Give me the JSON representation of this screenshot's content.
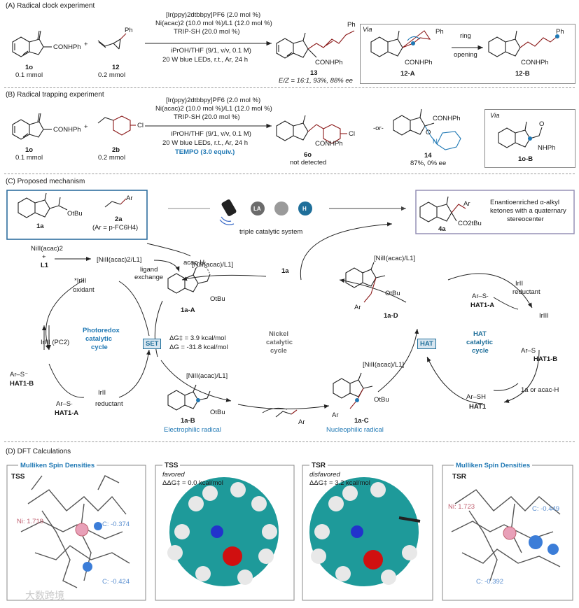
{
  "sections": {
    "A": "(A) Radical clock experiment",
    "B": "(B) Radical trapping experiment",
    "C": "(C) Proposed mechanism",
    "D": "(D) DFT Calculations"
  },
  "sectionA": {
    "reactant1": {
      "id": "1o",
      "amount": "0.1 mmol",
      "group": "CONHPh"
    },
    "plus": "+",
    "reactant2": {
      "id": "12",
      "amount": "0.2 mmol",
      "group": "Ph"
    },
    "conditions": [
      "[Ir(ppy)2dtbbpy]PF6 (2.0 mol %)",
      "Ni(acac)2 (10.0 mol %)/L1 (12.0 mol %)",
      "TRIP-SH (20.0 mol %)",
      "iPrOH/THF (9/1, v/v, 0.1 M)",
      "20 W blue LEDs, r.t., Ar, 24 h"
    ],
    "product": {
      "id": "13",
      "note": "E/Z = 16:1, 93%, 88% ee",
      "group": "CONHPh",
      "sub": "Ph"
    },
    "via": {
      "label": "Via",
      "arrow_label": [
        "ring",
        "opening"
      ],
      "left": {
        "id": "12-A",
        "group": "CONHPh",
        "sub": "Ph"
      },
      "right": {
        "id": "12-B",
        "group": "CONHPh",
        "sub": "Ph"
      }
    }
  },
  "sectionB": {
    "reactant1": {
      "id": "1o",
      "amount": "0.1 mmol",
      "group": "CONHPh"
    },
    "plus": "+",
    "reactant2": {
      "id": "2b",
      "amount": "0.2 mmol",
      "sub": "Cl"
    },
    "conditions": [
      "[Ir(ppy)2dtbbpy]PF6 (2.0 mol %)",
      "Ni(acac)2 (10.0 mol %)/L1 (12.0 mol %)",
      "TRIP-SH (20.0 mol %)",
      "iPrOH/THF (9/1, v/v, 0.1 M)",
      "20 W blue LEDs, r.t., Ar, 24 h",
      "TEMPO (3.0 equiv.)"
    ],
    "product1": {
      "id": "6o",
      "note": "not detected",
      "group": "CONHPh",
      "sub": "Cl"
    },
    "or": "-or-",
    "product2": {
      "id": "14",
      "note": "87%, 0% ee",
      "group": "CONHPh",
      "o": "O",
      "n": "N"
    },
    "via": {
      "label": "Via",
      "id": "1o-B",
      "group": "O",
      "nh": "NHPh"
    }
  },
  "sectionC": {
    "start": {
      "ester": "OtBu",
      "id1": "1a",
      "alkene_sub": "Ar",
      "id2": "2a",
      "id2_note": "(Ar = p-FC6H4)"
    },
    "catalysts": {
      "la": "LA",
      "h": "H",
      "caption": "triple catalytic system"
    },
    "final": {
      "id": "4a",
      "sub": "Ar",
      "ester": "CO2tBu",
      "text": [
        "Enantioenriched α-alkyl",
        "ketones with a quaternary",
        "stereocenter"
      ]
    },
    "ni_formation": {
      "ni": "NiII(acac)2",
      "plus": "+",
      "l1": "L1",
      "complex": "[NiII(acac)2/L1]",
      "exchange": [
        "ligand",
        "exchange"
      ],
      "acac": "acac-H",
      "reagent": "1a"
    },
    "photoredox": {
      "title": [
        "Photoredox",
        "catalytic",
        "cycle"
      ],
      "ir3star": "*IrIII",
      "oxidant": "oxidant",
      "ir3": "IrIII (PC2)",
      "ir2": "IrII",
      "reductant": "reductant",
      "hat1b": "HAT1-B",
      "hat1a": "HAT1-A",
      "ars_minus": "Ar–S⁻",
      "ars_dot": "Ar–S·"
    },
    "set": {
      "label": "SET",
      "dg1": "ΔG‡ = 3.9 kcal/mol",
      "dg2": "ΔG = -31.8 kcal/mol"
    },
    "nickel": {
      "title": [
        "Nickel",
        "catalytic",
        "cycle"
      ]
    },
    "intermediates": {
      "a": {
        "id": "1a-A",
        "ni": "[NiII(acac)/L1]",
        "ester": "OtBu"
      },
      "b": {
        "id": "1a-B",
        "caption": "Electrophilic radical",
        "ni": "[NiII(acac)/L1]",
        "ester": "OtBu"
      },
      "c": {
        "id": "1a-C",
        "caption": "Nucleophilic radical",
        "ni": "[NiII(acac)/L1]",
        "ester": "OtBu",
        "sub": "Ar"
      },
      "d": {
        "id": "1a-D",
        "ni": "[NiII(acac)/L1]",
        "ester": "OtBu",
        "sub": "Ar"
      }
    },
    "alkene_sub": "Ar",
    "hat": {
      "label": "HAT",
      "title": [
        "HAT",
        "catalytic",
        "cycle"
      ],
      "hat1a": "HAT1-A",
      "hat1b": "HAT1-B",
      "hat1": "HAT1",
      "ir2": "IrII",
      "reductant": "reductant",
      "ir3": "IrIII",
      "reagent": "1a or acac-H",
      "ars_dot": "Ar–S·",
      "ars": "Ar–S",
      "arsh": "Ar–SH"
    }
  },
  "sectionD": {
    "panels": [
      {
        "header": "Mulliken Spin Densities",
        "title": "TSS",
        "labels": [
          "Ni: 1.719",
          "C: -0.374",
          "C: -0.424"
        ]
      },
      {
        "title": "TSS",
        "subtitle": "favored",
        "energy": "ΔΔG‡ = 0.0 kcal/mol"
      },
      {
        "title": "TSR",
        "subtitle": "disfavored",
        "energy": "ΔΔG‡ = 3.2 kcal/mol"
      },
      {
        "header": "Mulliken Spin Densities",
        "title": "TSR",
        "labels": [
          "Ni: 1.723",
          "C: -0.449",
          "C: -0.392"
        ]
      }
    ],
    "watermark": "大数跨境"
  },
  "colors": {
    "blue": "#1f78b4",
    "dark_blue": "#1f6f9a",
    "red_bond": "#8b1a1a",
    "pink_spin": "#c06070",
    "teal_atom": "#1e9a9a",
    "white_atom": "#e8e8e8",
    "red_atom": "#d01010",
    "box_blue": "#2e6e9e",
    "box_purple": "#8f88b0"
  }
}
